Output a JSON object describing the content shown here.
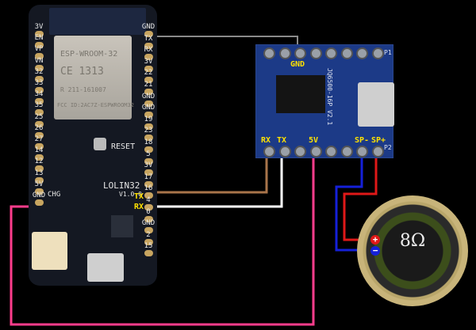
{
  "esp32_board": {
    "name": "LOLIN32",
    "version": "V1.0.0",
    "reset_label": "RESET",
    "chg_label": "CHG",
    "module": {
      "name": "ESP-WROOM-32",
      "ce": "CE 1313",
      "r_code": "R 211-161007",
      "fcc": "FCC ID:2AC7Z-ESPWROOM32"
    },
    "left_pins": [
      "3V",
      "EN",
      "VP",
      "VN",
      "32",
      "33",
      "34",
      "35",
      "25",
      "26",
      "27",
      "14",
      "12",
      "13",
      "5V",
      "GND"
    ],
    "right_pins": [
      "GND",
      "TX",
      "RX",
      "3V",
      "22",
      "21",
      "GND",
      "GND",
      "19",
      "23",
      "18",
      "5",
      "3V",
      "17",
      "16",
      "4",
      "0",
      "GND",
      "2",
      "15"
    ],
    "highlight_labels": {
      "tx": "TX",
      "rx": "RX"
    }
  },
  "mp3_module": {
    "name": "JQ6500-16P V2.1",
    "top_label": "GND",
    "bottom_labels": [
      "RX",
      "TX",
      "5V",
      "SP-",
      "SP+"
    ],
    "header_labels": {
      "p1": "P1",
      "p2": "P2"
    }
  },
  "speaker": {
    "impedance": "8Ω",
    "plus": "+",
    "minus": "−"
  },
  "wires": [
    {
      "from": "ESP32 GND",
      "to": "JQ6500 GND",
      "color": "#8a8a8a"
    },
    {
      "from": "ESP32 TX(17)",
      "to": "JQ6500 RX",
      "color": "#a8744a"
    },
    {
      "from": "ESP32 RX(16)",
      "to": "JQ6500 TX",
      "color": "#ffffff"
    },
    {
      "from": "ESP32 5V",
      "to": "JQ6500 5V",
      "color": "#ff3d8c"
    },
    {
      "from": "JQ6500 SP-",
      "to": "Speaker -",
      "color": "#1520d8"
    },
    {
      "from": "JQ6500 SP+",
      "to": "Speaker +",
      "color": "#e01818"
    }
  ]
}
